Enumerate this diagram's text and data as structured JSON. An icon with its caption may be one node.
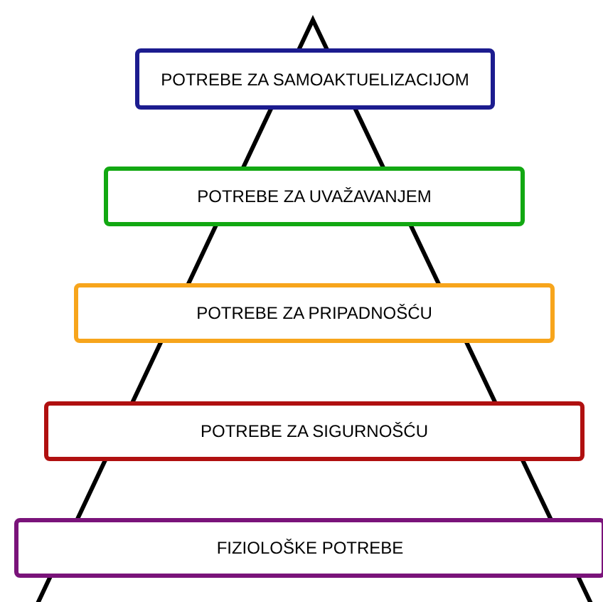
{
  "diagram": {
    "nodes": [
      {
        "text": [
          "POTREBE ZA SAMOAKTUELIZACIJOM"
        ]
      },
      {
        "text": [
          "POTREBE ZA UVAŽAVANJEM"
        ]
      },
      {
        "text": [
          "POTREBE ZA PRIPADNOŠĆU"
        ]
      },
      {
        "text": [
          "POTREBE ZA SIGURNOŠĆU"
        ]
      },
      {
        "text": [
          "FIZIOLOŠKE POTREBE"
        ]
      }
    ]
  }
}
